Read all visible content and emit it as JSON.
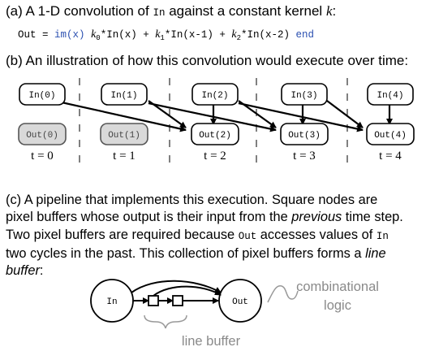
{
  "section_a": {
    "prefix": "(a) A 1-D convolution of",
    "in_name": "In",
    "middle": "against a constant kernel",
    "kernel": "k",
    "suffix": ":"
  },
  "code_line": {
    "out": "Out",
    "eq": " = ",
    "im": "im(x)",
    "k0": "k",
    "k0_sub": "0",
    "t0": "*In(x) + ",
    "k1": "k",
    "k1_sub": "1",
    "t1": "*In(x-1) + ",
    "k2": "k",
    "k2_sub": "2",
    "t2": "*In(x-2) ",
    "end": "end"
  },
  "section_b": {
    "heading": "(b) An illustration of how this convolution would execute over time:"
  },
  "timeline": {
    "inputs": [
      "In(0)",
      "In(1)",
      "In(2)",
      "In(3)",
      "In(4)"
    ],
    "outputs": [
      "Out(0)",
      "Out(1)",
      "Out(2)",
      "Out(3)",
      "Out(4)"
    ],
    "times": [
      "t = 0",
      "t = 1",
      "t = 2",
      "t = 3",
      "t = 4"
    ]
  },
  "section_c": {
    "line1": "(c) A pipeline that implements this execution.  Square nodes are",
    "line2_a": "pixel buffers whose output is their input from the ",
    "line2_em": "previous",
    "line2_b": " time step.",
    "line3_a": "Two pixel buffers are required because ",
    "line3_code": "Out",
    "line3_b": " accesses values of ",
    "line3_code2": "In",
    "line4": "two cycles in the past. This collection of pixel buffers forms a ",
    "line4_em": "line",
    "line5_em": "buffer",
    "line5_b": ":"
  },
  "pipeline": {
    "in_node": "In",
    "out_node": "Out",
    "comb_label_1": "combinational",
    "comb_label_2": "logic",
    "line_buffer_label": "line buffer"
  },
  "colors": {
    "code_keyword": "#2a4fb0",
    "gray_node_fill": "#d9d9d9",
    "gray_text": "#8a8a8a"
  }
}
